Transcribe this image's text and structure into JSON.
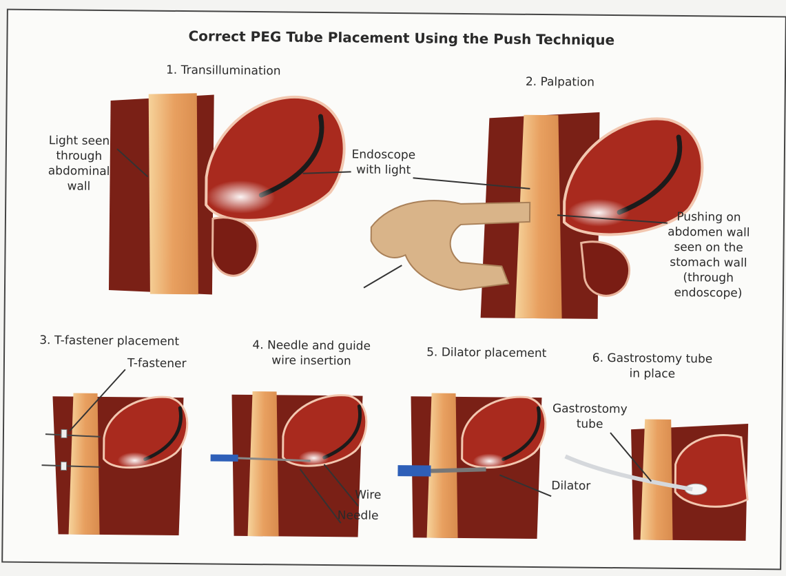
{
  "title": "Correct PEG Tube Placement Using the Push Technique",
  "steps": {
    "s1": "1. Transillumination",
    "s2": "2. Palpation",
    "s3": "3. T-fastener placement",
    "s4": [
      "4. Needle and guide",
      "wire insertion"
    ],
    "s5": "5. Dilator placement",
    "s6": [
      "6. Gastrostomy tube",
      "in place"
    ]
  },
  "labels": {
    "light_seen": [
      "Light seen",
      "through",
      "abdominal",
      "wall"
    ],
    "endoscope": [
      "Endoscope",
      "with light"
    ],
    "pushing": [
      "Pushing on",
      "abdomen wall",
      "seen on the",
      "stomach wall",
      "(through",
      "endoscope)"
    ],
    "t_fastener": "T-fastener",
    "wire": "Wire",
    "needle": "Needle",
    "dilator": "Dilator",
    "gastrostomy": [
      "Gastrostomy",
      "tube"
    ]
  },
  "colors": {
    "skin": "#e7a86a",
    "skin_light": "#f3c98f",
    "tissue": "#8e2418",
    "tissue_dark": "#5a130c",
    "stomach_inner": "#b8352a",
    "hand": "#d9b489",
    "device_blue": "#2e5fb8"
  }
}
